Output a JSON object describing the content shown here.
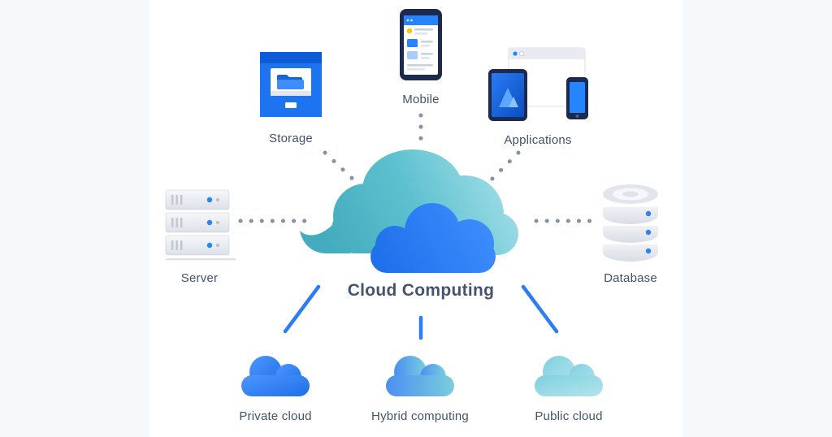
{
  "title": "Cloud Computing",
  "nodes": {
    "server": {
      "label": "Server"
    },
    "storage": {
      "label": "Storage"
    },
    "mobile": {
      "label": "Mobile"
    },
    "applications": {
      "label": "Applications"
    },
    "database": {
      "label": "Database"
    },
    "private_cloud": {
      "label": "Private cloud"
    },
    "hybrid_computing": {
      "label": "Hybrid computing"
    },
    "public_cloud": {
      "label": "Public cloud"
    }
  },
  "edges": [
    {
      "from": "Server",
      "to": "Cloud Computing",
      "style": "dotted"
    },
    {
      "from": "Storage",
      "to": "Cloud Computing",
      "style": "dotted"
    },
    {
      "from": "Mobile",
      "to": "Cloud Computing",
      "style": "dotted"
    },
    {
      "from": "Applications",
      "to": "Cloud Computing",
      "style": "dotted"
    },
    {
      "from": "Database",
      "to": "Cloud Computing",
      "style": "dotted"
    },
    {
      "from": "Cloud Computing",
      "to": "Private cloud",
      "style": "solid"
    },
    {
      "from": "Cloud Computing",
      "to": "Hybrid computing",
      "style": "solid"
    },
    {
      "from": "Cloud Computing",
      "to": "Public cloud",
      "style": "solid"
    }
  ],
  "colors": {
    "primary_blue": "#2684FF",
    "teal": "#4FB5C8",
    "light_teal": "#A8E2EC",
    "label_text": "#42526E",
    "connector_dot": "#8793A5",
    "connector_solid": "#2B7CF5",
    "background": "#FFFFFF"
  }
}
